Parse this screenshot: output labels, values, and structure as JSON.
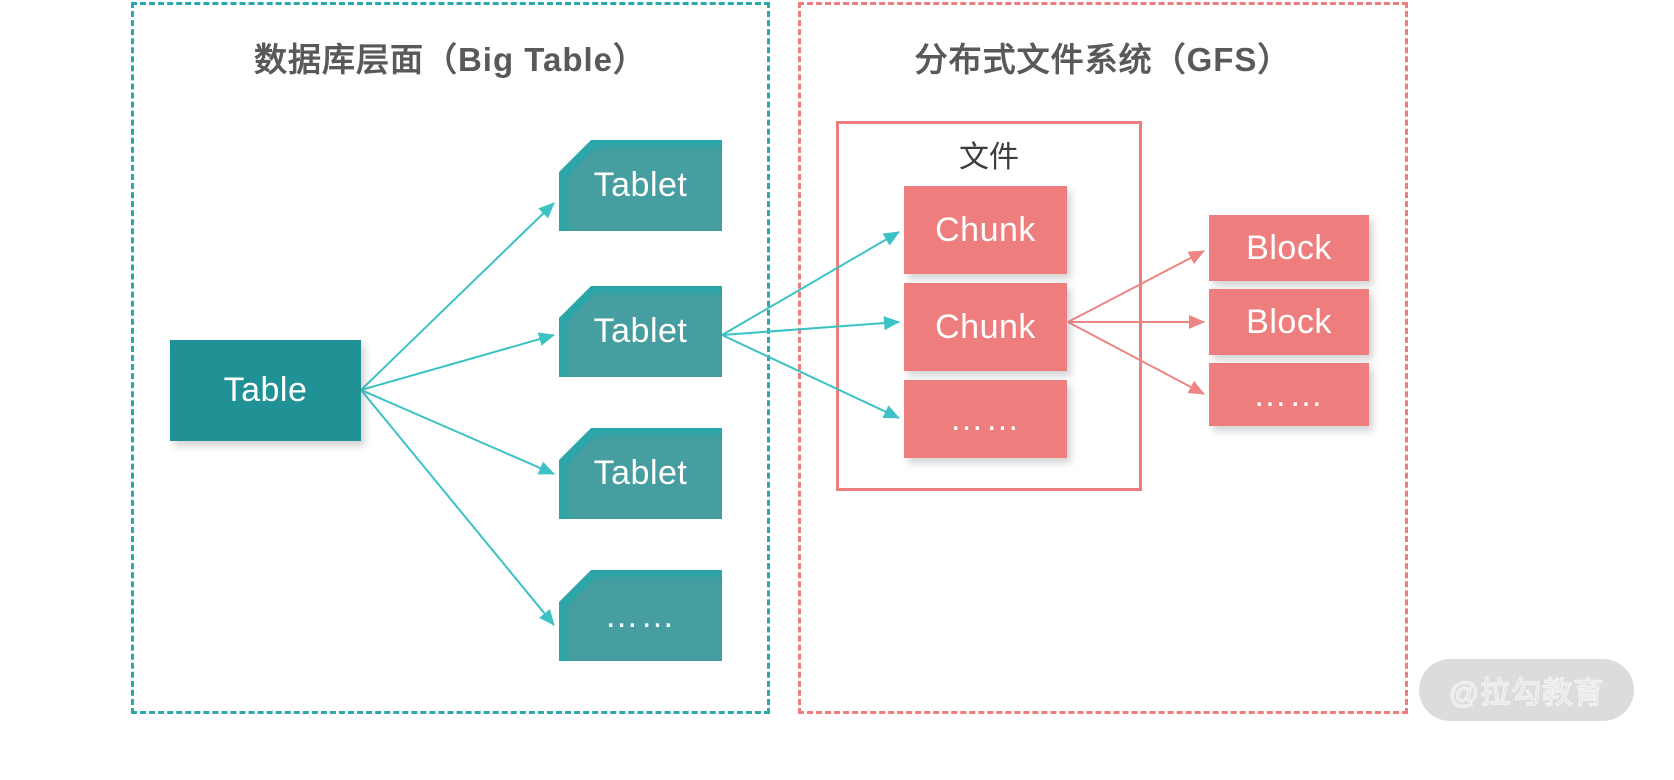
{
  "diagram": {
    "title_left": "数据库层面（Big Table）",
    "title_right": "分布式文件系统（GFS）",
    "colors": {
      "teal_region": "#2BA8AD",
      "pink_region": "#EE7E7E",
      "teal_node": "#2BA5A8",
      "table_node": "#209296",
      "pink_node": "#EE7E7E",
      "title_text": "#58595B",
      "background": "#FFFFFF"
    }
  },
  "bigtable": {
    "region_name": "数据库层面（Big Table）",
    "table": {
      "label": "Table"
    },
    "tablets": [
      {
        "label": "Tablet"
      },
      {
        "label": "Tablet"
      },
      {
        "label": "Tablet"
      },
      {
        "label": "……"
      }
    ]
  },
  "gfs": {
    "region_name": "分布式文件系统（GFS）",
    "file_label": "文件",
    "chunks": [
      {
        "label": "Chunk"
      },
      {
        "label": "Chunk"
      },
      {
        "label": "……"
      }
    ],
    "blocks": [
      {
        "label": "Block"
      },
      {
        "label": "Block"
      },
      {
        "label": "……"
      }
    ]
  },
  "watermark": {
    "text": "@拉勾教育"
  }
}
